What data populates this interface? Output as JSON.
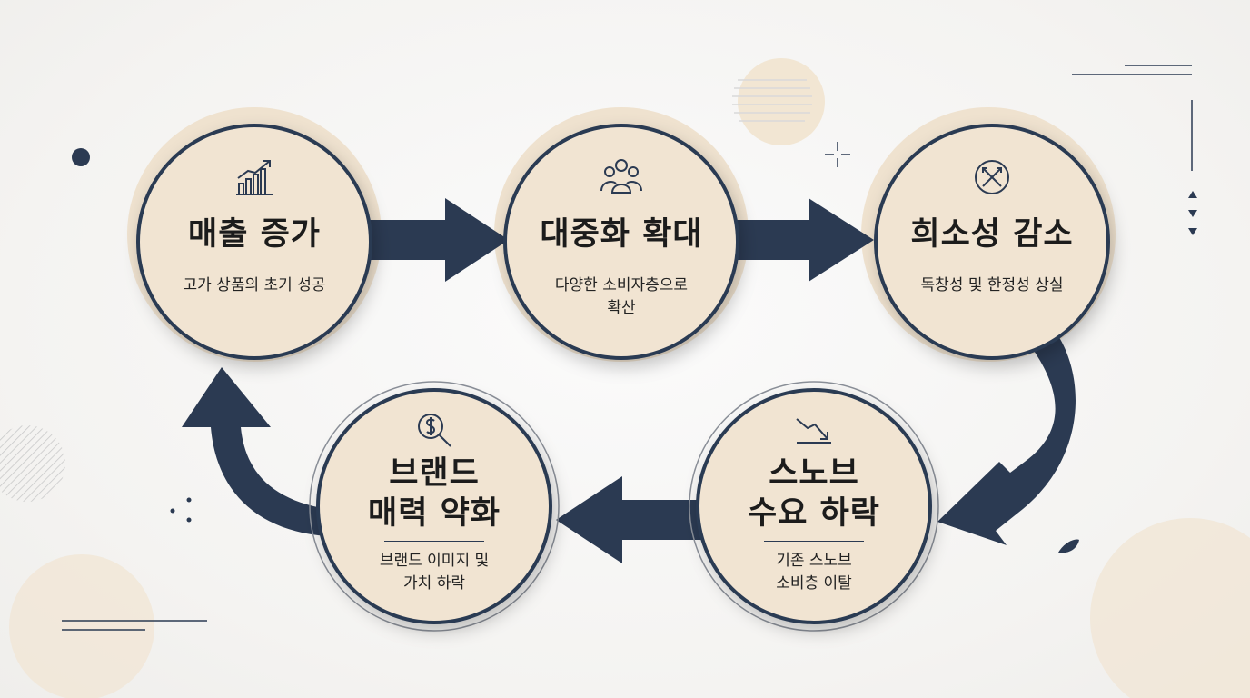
{
  "nodes": [
    {
      "id": "sales-increase",
      "title": "매출 증가",
      "description": "고가 상품의 초기 성공",
      "icon": "trending-chart-icon"
    },
    {
      "id": "popularization",
      "title": "대중화 확대",
      "description": "다양한 소비자층으로\n확산",
      "icon": "people-group-icon"
    },
    {
      "id": "scarcity-decrease",
      "title": "희소성 감소",
      "description": "독창성 및 한정성 상실",
      "icon": "crossed-tools-icon"
    },
    {
      "id": "snob-demand-decline",
      "title": "스노브\n수요 하락",
      "description": "기존 스노브\n소비층 이탈",
      "icon": "downtrend-arrow-icon"
    },
    {
      "id": "brand-appeal-weakening",
      "title": "브랜드\n매력 약화",
      "description": "브랜드 이미지 및\n가치 하락",
      "icon": "dollar-search-icon"
    }
  ],
  "colors": {
    "node_fill": "#f1e4d2",
    "node_border": "#2b3a52",
    "arrow": "#2b3a52",
    "accent": "#f2e3cc"
  }
}
